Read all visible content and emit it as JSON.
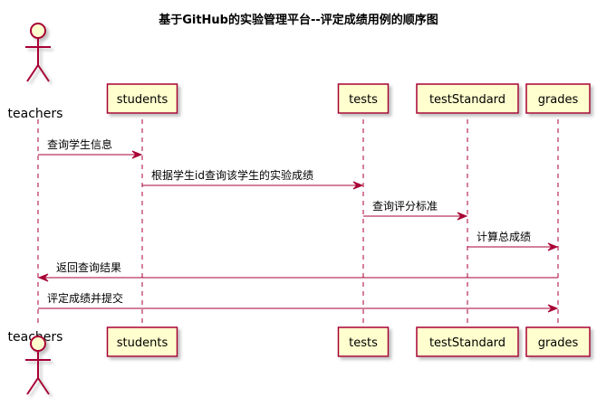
{
  "title": "基于GitHub的实验管理平台--评定成绩用例的顺序图",
  "colors": {
    "arrow": "#A80036",
    "lifeline": "#A80036",
    "participant_fill": "#FEFECE",
    "participant_border": "#A80036",
    "shadow": "#d4d4d4"
  },
  "participants": [
    {
      "id": "teachers",
      "label": "teachers",
      "kind": "actor",
      "icon": "stick-figure-icon"
    },
    {
      "id": "students",
      "label": "students",
      "kind": "participant"
    },
    {
      "id": "tests",
      "label": "tests",
      "kind": "participant"
    },
    {
      "id": "testStandard",
      "label": "testStandard",
      "kind": "participant"
    },
    {
      "id": "grades",
      "label": "grades",
      "kind": "participant"
    }
  ],
  "messages": [
    {
      "from": "teachers",
      "to": "students",
      "label": "查询学生信息"
    },
    {
      "from": "students",
      "to": "tests",
      "label": "根据学生id查询该学生的实验成绩"
    },
    {
      "from": "tests",
      "to": "testStandard",
      "label": "查询评分标准"
    },
    {
      "from": "testStandard",
      "to": "grades",
      "label": "计算总成绩"
    },
    {
      "from": "grades",
      "to": "teachers",
      "label": "返回查询结果"
    },
    {
      "from": "teachers",
      "to": "grades",
      "label": "评定成绩并提交"
    }
  ]
}
